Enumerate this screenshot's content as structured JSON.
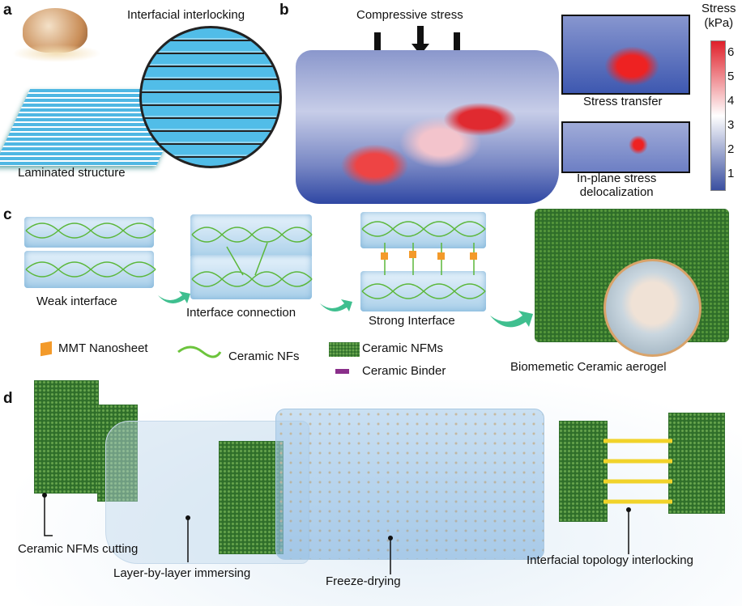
{
  "panels": {
    "a": {
      "label": "a",
      "title": "Interfacial  interlocking",
      "caption": "Laminated structure"
    },
    "b": {
      "label": "b",
      "title": "Compressive stress",
      "inset1": "Stress transfer",
      "inset2_line1": "In-plane stress",
      "inset2_line2": "delocalization",
      "colorbar": {
        "title_line1": "Stress",
        "title_line2": "(kPa)",
        "ticks": [
          "6",
          "5",
          "4",
          "3",
          "2",
          "1"
        ],
        "low_color": "#3a4fa0",
        "mid_color": "#ffffff",
        "high_color": "#e0202a"
      }
    },
    "c": {
      "label": "c",
      "steps": [
        "Weak interface",
        "Interface connection",
        "Strong Interface"
      ],
      "result": "Biomemetic  Ceramic aerogel",
      "legend": [
        "MMT Nanosheet",
        "Ceramic NFs",
        "Ceramic NFMs",
        "Ceramic Binder"
      ]
    },
    "d": {
      "label": "d",
      "steps": [
        "Ceramic NFMs cutting",
        "Layer-by-layer immersing",
        "Freeze-drying",
        "Interfacial topology interlocking"
      ]
    }
  },
  "colors": {
    "mmt": "#f39a2a",
    "nf": "#6cc43c",
    "nfm": "#3f8a3a",
    "binder": "#8a2f8a",
    "layer": "#a9cfe9"
  }
}
